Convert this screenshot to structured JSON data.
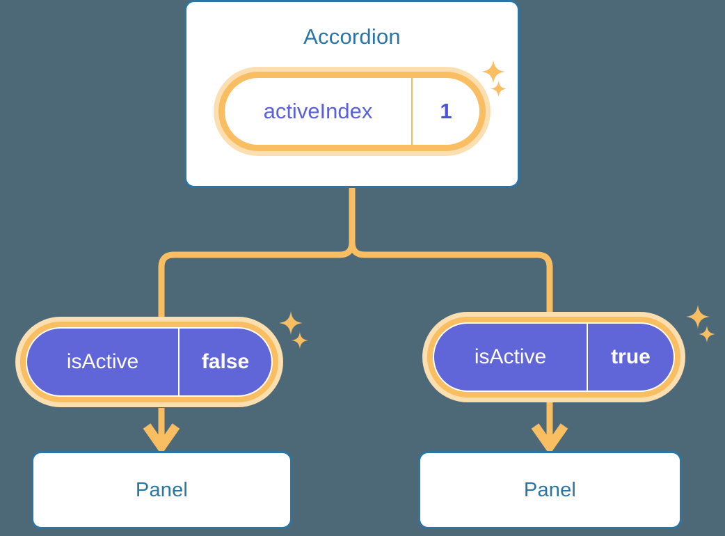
{
  "theme": {
    "background": "#4d6977",
    "card_border": "#2b74a4",
    "card_fill": "#ffffff",
    "title_color": "#2b74a4",
    "accent_orange": "#f9bd62",
    "accent_orange_soft": "#fbdfb0",
    "purple_fill": "#6065d8",
    "purple_text": "#5a5fdb",
    "white": "#ffffff"
  },
  "diagram": {
    "root": {
      "title": "Accordion",
      "state": {
        "key": "activeIndex",
        "value": "1"
      }
    },
    "children": [
      {
        "state": {
          "key": "isActive",
          "value": "false"
        },
        "panel": {
          "title": "Panel"
        }
      },
      {
        "state": {
          "key": "isActive",
          "value": "true"
        },
        "panel": {
          "title": "Panel"
        }
      }
    ]
  },
  "icons": {
    "sparkle_large": "sparkle-icon",
    "sparkle_small": "sparkle-small-icon",
    "arrow_down": "arrow-down-icon"
  }
}
